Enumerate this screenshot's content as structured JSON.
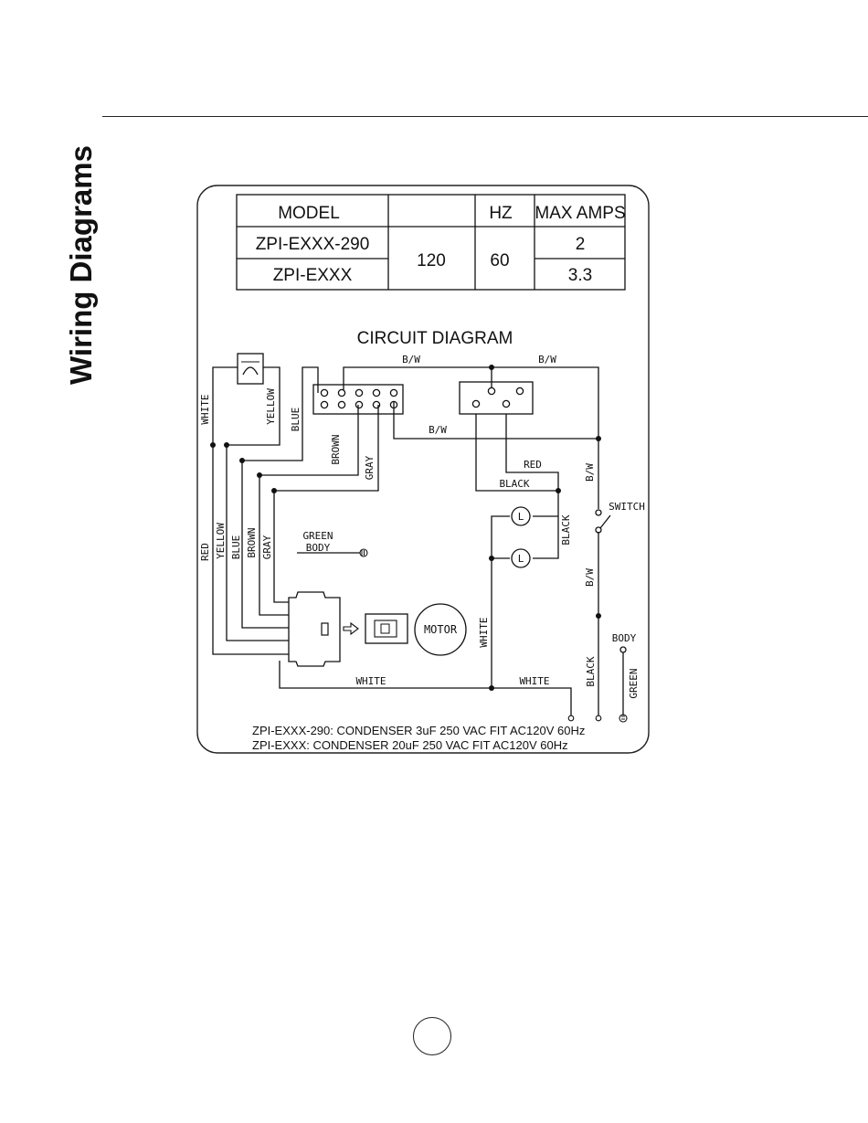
{
  "page": {
    "section_title": "Wiring Diagrams"
  },
  "spec_table": {
    "headers": [
      "MODEL",
      "",
      "HZ",
      "MAX AMPS"
    ],
    "rows": [
      {
        "model": "ZPI-EXXX-290",
        "max_amps": "2"
      },
      {
        "model": "ZPI-EXXX",
        "max_amps": "3.3"
      }
    ],
    "voltage": "120",
    "hz": "60"
  },
  "diagram": {
    "title": "CIRCUIT DIAGRAM",
    "wire_labels": {
      "bw": "B/W",
      "white": "WHITE",
      "yellow": "YELLOW",
      "blue": "BLUE",
      "brown": "BROWN",
      "gray": "GRAY",
      "red": "RED",
      "black": "BLACK",
      "green": "GREEN",
      "body": "BODY",
      "switch": "SWITCH",
      "motor": "MOTOR",
      "lamp": "L"
    },
    "notes": [
      "ZPI-EXXX-290:  CONDENSER  3uF   250 VAC   FIT   AC120V 60Hz",
      "ZPI-EXXX:  CONDENSER  20uF   250 VAC   FIT   AC120V 60Hz"
    ]
  }
}
